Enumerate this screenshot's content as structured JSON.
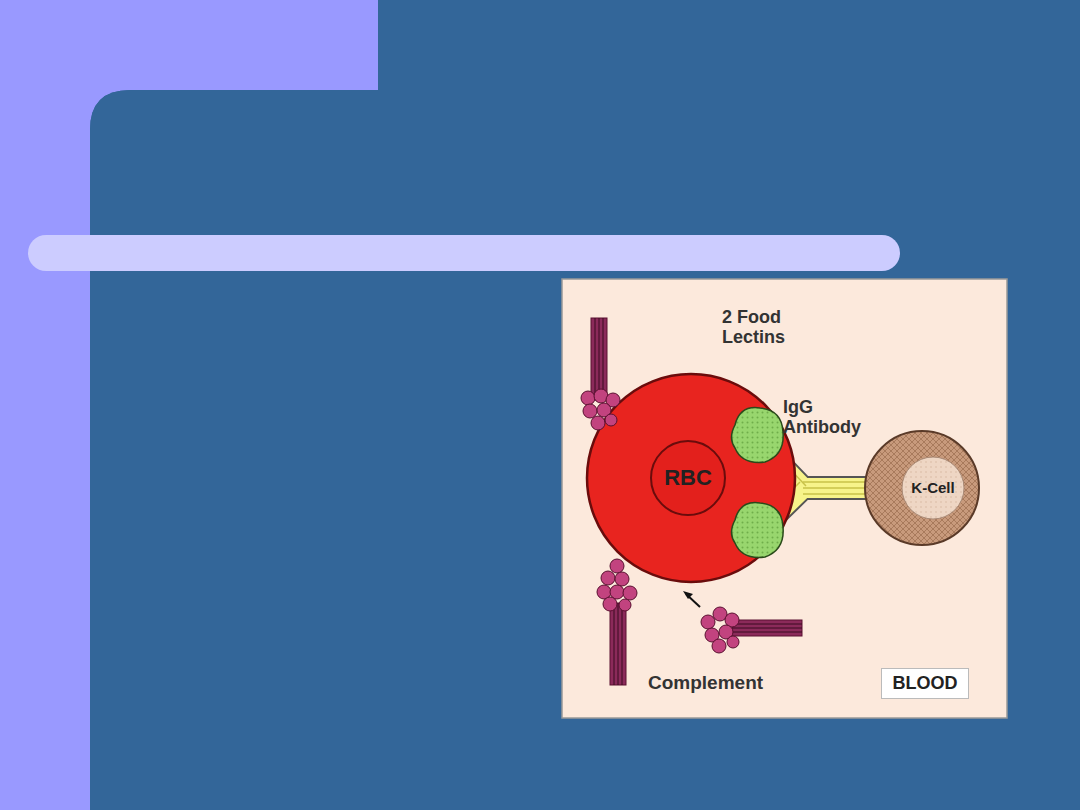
{
  "diagram": {
    "nodes": [
      {
        "text": [
          "RBC"
        ]
      },
      {
        "text": [
          "K-Cell"
        ]
      },
      {
        "text": [
          "BLOOD"
        ]
      }
    ],
    "labels": [
      "2 Food Lectins",
      "IgG Antibody",
      "Complement"
    ]
  }
}
